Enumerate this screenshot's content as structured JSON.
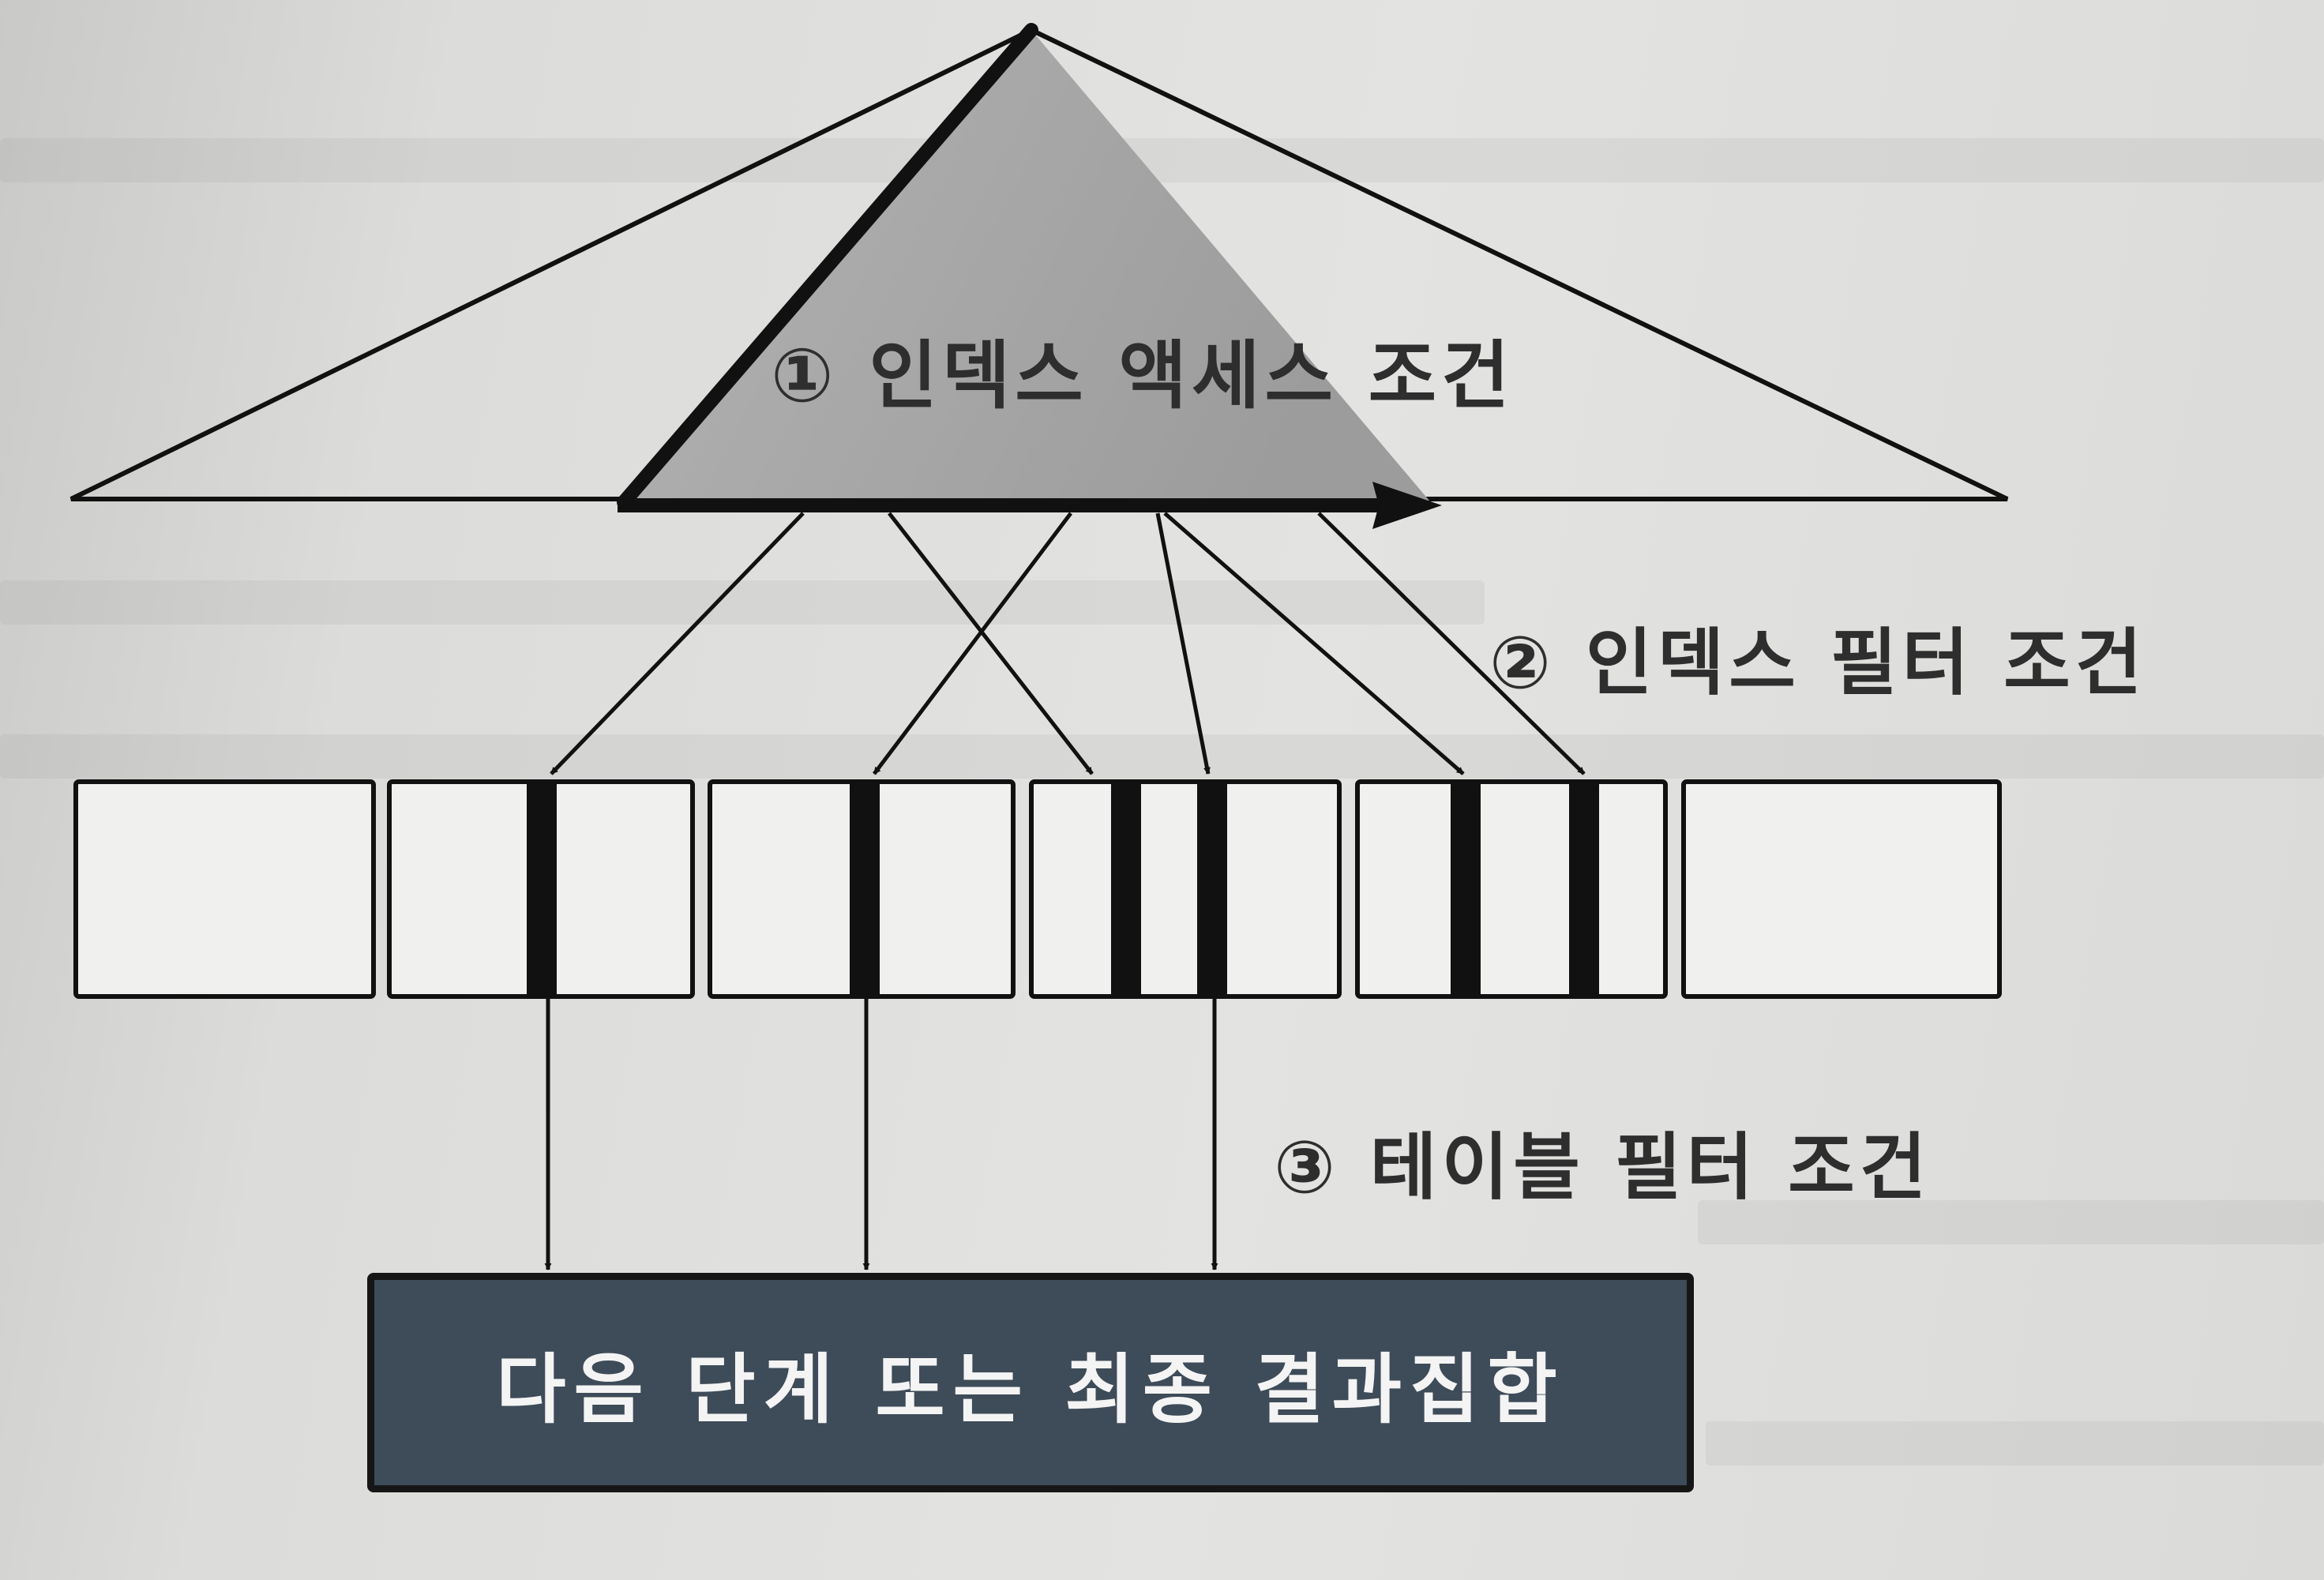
{
  "labels": {
    "index_access": "① 인덱스 액세스 조건",
    "index_filter": "② 인덱스 필터 조건",
    "table_filter": "③ 테이블 필터 조건"
  },
  "result": {
    "text": "다음 단계 또는 최종 결과집합"
  },
  "colors": {
    "line": "#111111",
    "access_fill": "#a7a7a7",
    "result_fill": "#3e4b58",
    "result_text": "#f4f4f4",
    "page_background": "#dcdcda"
  }
}
